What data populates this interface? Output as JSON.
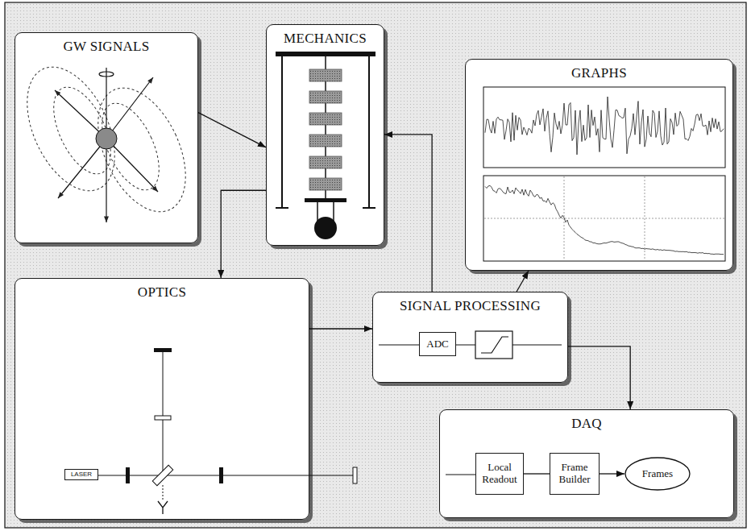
{
  "diagram": {
    "nodes": [
      {
        "text": [
          "GW SIGNALS"
        ]
      },
      {
        "text": [
          "MECHANICS"
        ]
      },
      {
        "text": [
          "GRAPHS"
        ]
      },
      {
        "text": [
          "OPTICS"
        ]
      },
      {
        "text": [
          "LASER"
        ],
        "in": 3
      },
      {
        "text": [
          "SIGNAL PROCESSING"
        ]
      },
      {
        "text": [
          "ADC"
        ],
        "in": 5
      },
      {
        "text": [
          "DAQ"
        ]
      },
      {
        "text": [
          "Local Readout"
        ],
        "in": 7
      },
      {
        "text": [
          "Frame Builder"
        ],
        "in": 7
      },
      {
        "text": [
          "Frames"
        ],
        "in": 7
      }
    ],
    "edges": [
      {
        "from": 0,
        "to": 1,
        "arrow": "to"
      },
      {
        "from": 1,
        "to": 3,
        "arrow": "to"
      },
      {
        "from": 3,
        "to": 5,
        "arrow": "to"
      },
      {
        "from": 5,
        "to": 1,
        "arrow": "to"
      },
      {
        "from": 5,
        "to": 2,
        "arrow": "to"
      },
      {
        "from": 5,
        "to": 7,
        "arrow": "to"
      },
      {
        "from": 8,
        "to": 9,
        "arrow": "none"
      },
      {
        "from": 9,
        "to": 10,
        "arrow": "to"
      }
    ]
  }
}
